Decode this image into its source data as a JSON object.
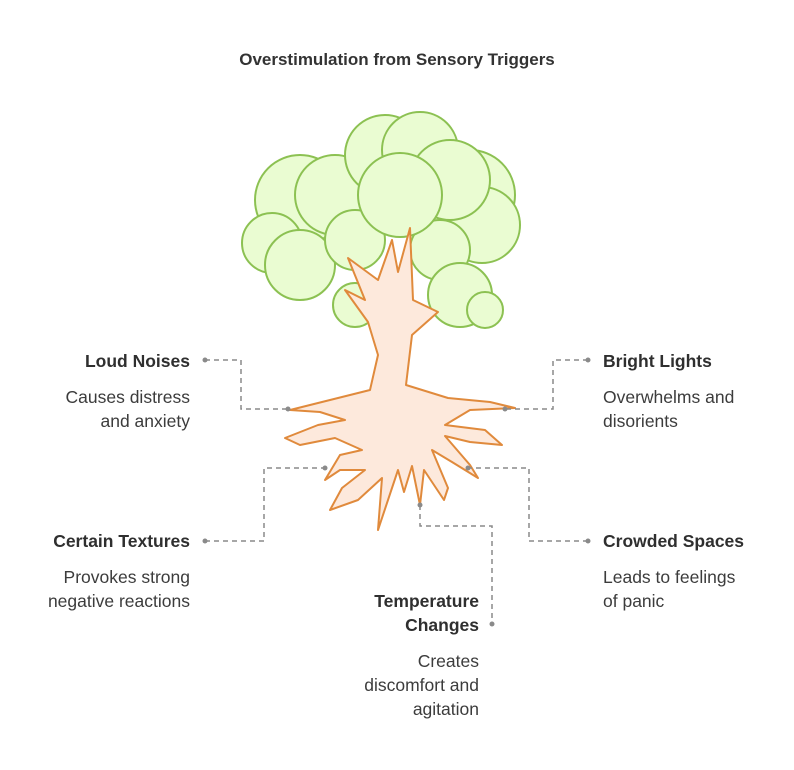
{
  "title": "Overstimulation from Sensory Triggers",
  "items": {
    "loud_noises": {
      "title": "Loud Noises",
      "desc_lines": [
        "Causes distress",
        "and anxiety"
      ]
    },
    "bright_lights": {
      "title": "Bright Lights",
      "desc_lines": [
        "Overwhelms and",
        "disorients"
      ]
    },
    "certain_textures": {
      "title": "Certain Textures",
      "desc_lines": [
        "Provokes strong",
        "negative reactions"
      ]
    },
    "crowded_spaces": {
      "title": "Crowded Spaces",
      "desc_lines": [
        "Leads to feelings",
        "of panic"
      ]
    },
    "temperature_changes": {
      "title_lines": [
        "Temperature",
        "Changes"
      ],
      "desc_lines": [
        "Creates",
        "discomfort and",
        "agitation"
      ]
    }
  },
  "colors": {
    "foliage_fill": "#eafcd2",
    "foliage_stroke": "#8cc152",
    "trunk_fill": "#fde9dc",
    "trunk_stroke": "#e08a3c",
    "connector": "#8a8a8a"
  }
}
